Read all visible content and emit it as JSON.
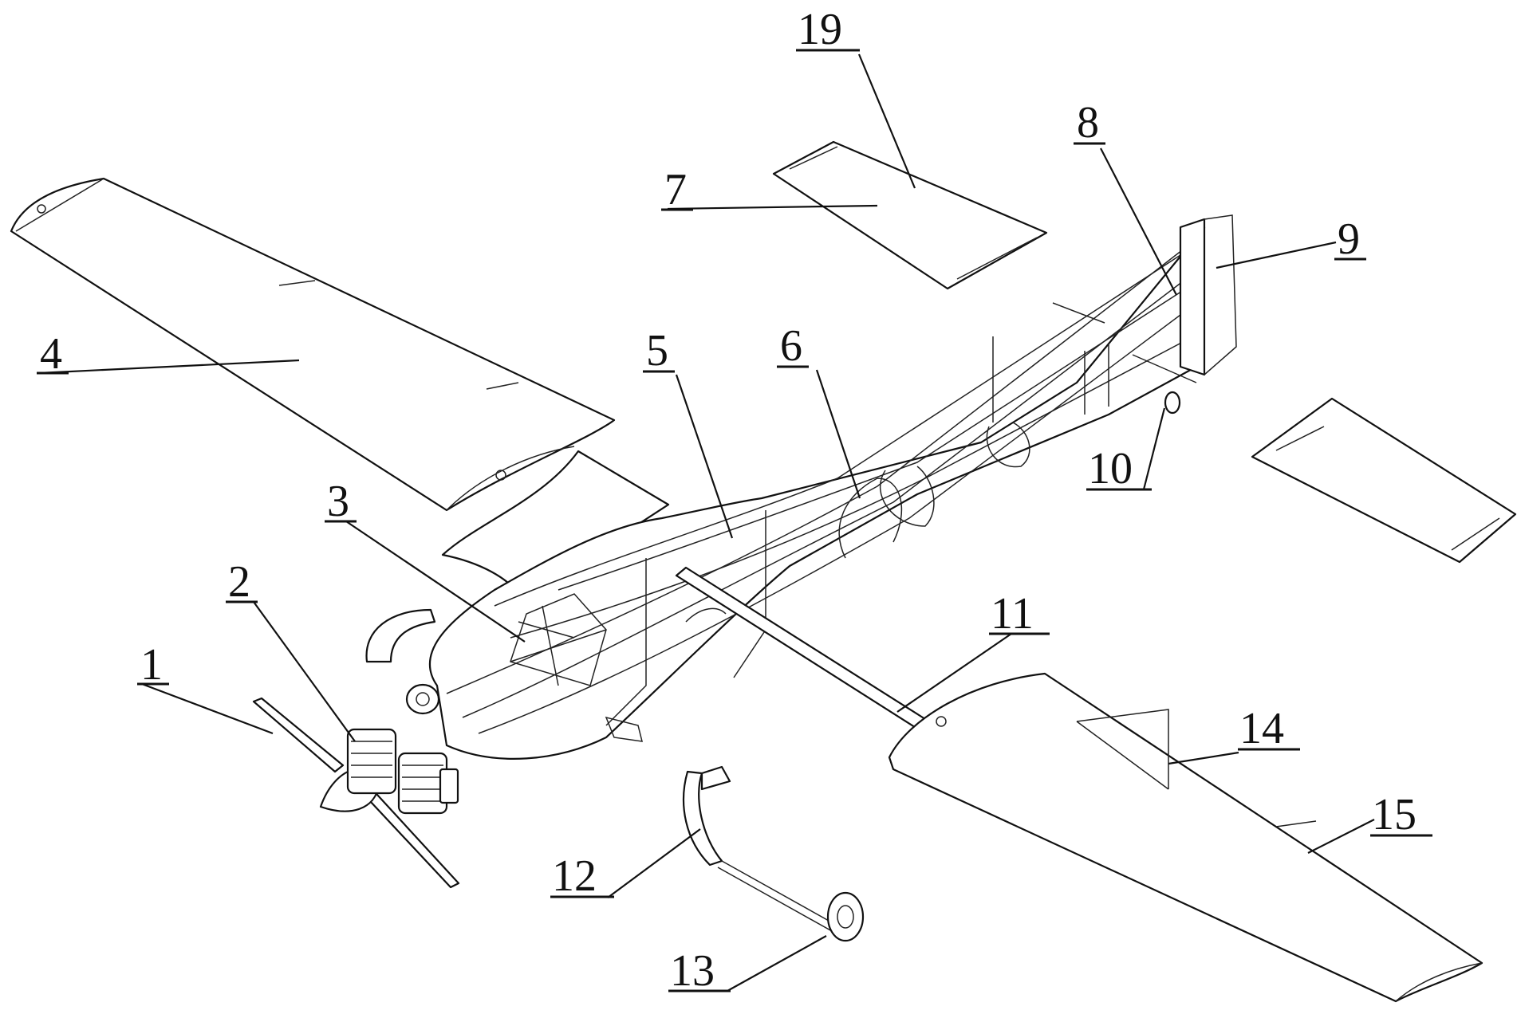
{
  "labels": {
    "l1": "1",
    "l2": "2",
    "l3": "3",
    "l4": "4",
    "l5": "5",
    "l6": "6",
    "l7": "7",
    "l8": "8",
    "l9": "9",
    "l10": "10",
    "l11": "11",
    "l12": "12",
    "l13": "13",
    "l14": "14",
    "l15": "15",
    "l19": "19"
  }
}
